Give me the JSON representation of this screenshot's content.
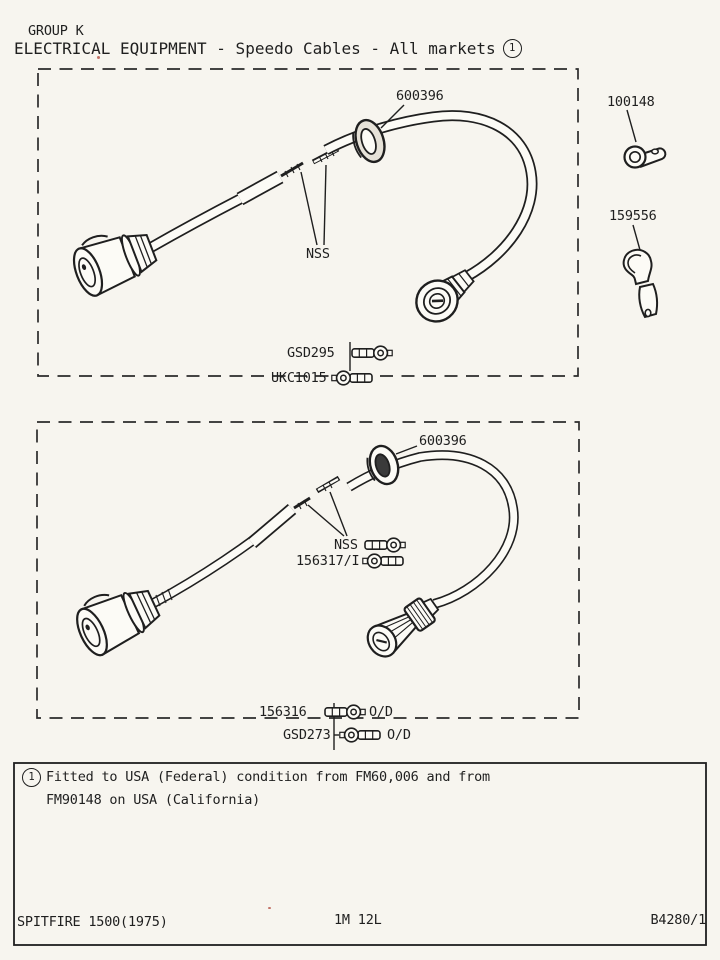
{
  "colors": {
    "paper": "#f7f5ef",
    "ink": "#1f1f1f"
  },
  "header": {
    "group": "GROUP K",
    "title": "ELECTRICAL EQUIPMENT - Speedo Cables - All markets",
    "note_ref": "1"
  },
  "diagram_top": {
    "grommet_part": "600396",
    "inner_cable_label": "NSS",
    "tie_strap_1": "GSD295",
    "tie_strap_2": "UKC1015"
  },
  "side_parts": {
    "p_clip_part": "100148",
    "hook_clip_part": "159556"
  },
  "diagram_bottom": {
    "grommet_part": "600396",
    "inner_cable_label": "NSS",
    "tie_strap_1": "156317/I",
    "tie_strap_2": "156316",
    "tie_strap_2_suffix": "O/D",
    "tie_strap_3": "GSD273",
    "tie_strap_3_suffix": "O/D"
  },
  "note": {
    "ref": "1",
    "line1": "Fitted to USA (Federal) condition from FM60,006 and from",
    "line2": "FM90148 on USA (California)"
  },
  "footer": {
    "model": "SPITFIRE 1500(1975)",
    "code": "1M 12L",
    "sheet": "B4280/1"
  }
}
